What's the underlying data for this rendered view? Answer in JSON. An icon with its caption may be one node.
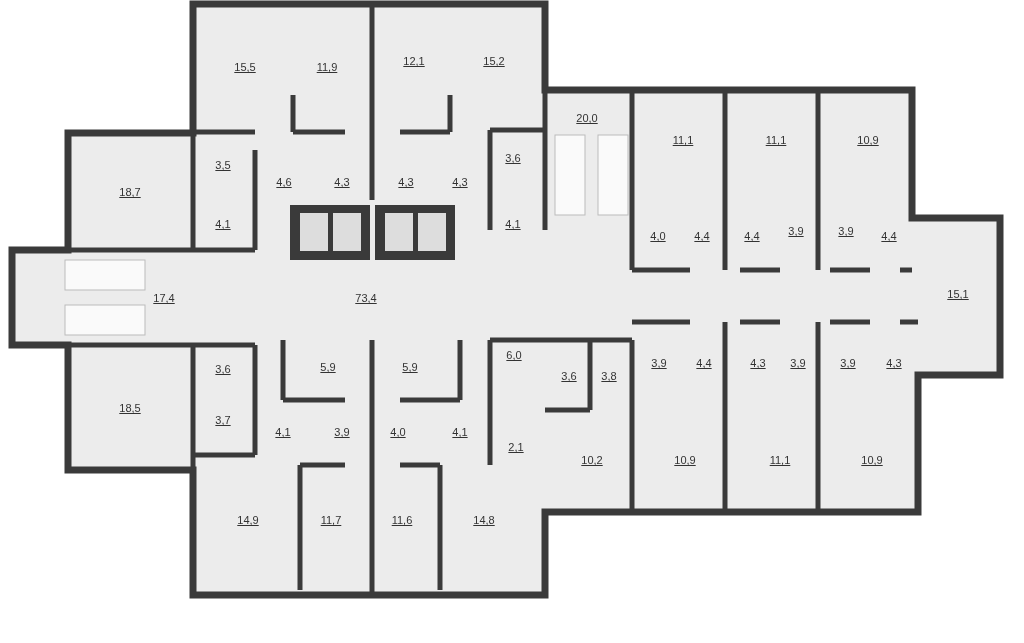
{
  "diagram": {
    "labels": [
      "15,5",
      "11,9",
      "12,1",
      "15,2",
      "20,0",
      "11,1",
      "11,1",
      "10,9",
      "3,5",
      "4,6",
      "4,3",
      "4,3",
      "4,3",
      "3,6",
      "18,7",
      "4,0",
      "4,4",
      "4,4",
      "3,9",
      "3,9",
      "4,4",
      "4,1",
      "4,1",
      "17,4",
      "73,4",
      "15,1",
      "3,6",
      "5,9",
      "5,9",
      "6,0",
      "3,6",
      "3,8",
      "3,9",
      "4,4",
      "4,3",
      "3,9",
      "3,9",
      "4,3",
      "18,5",
      "3,7",
      "4,1",
      "3,9",
      "4,0",
      "4,1",
      "2,1",
      "10,2",
      "10,9",
      "11,1",
      "10,9",
      "14,9",
      "11,7",
      "11,6",
      "14,8"
    ]
  }
}
